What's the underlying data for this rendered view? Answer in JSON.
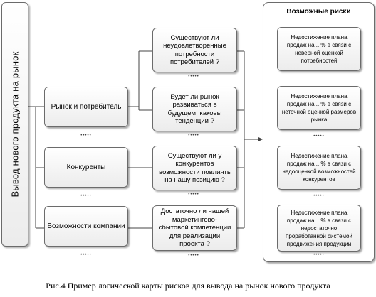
{
  "left_bar": {
    "label": "Вывод нового продукта на рынок"
  },
  "factors": [
    {
      "label": "Рынок и потребитель"
    },
    {
      "label": "Конкуренты"
    },
    {
      "label": "Возможности компании"
    }
  ],
  "questions": [
    {
      "label": "Существуют ли неудовлетворенные потребности потребителей ?"
    },
    {
      "label": "Будет ли рынок развиваться в будущем, каковы тенденции ?"
    },
    {
      "label": "Существуют ли у конкурентов возможности повлиять на нашу позицию ?"
    },
    {
      "label": "Достаточно ли нашей маркетингово-сбытовой компетенции для реализации проекта ?"
    }
  ],
  "risks_panel": {
    "title": "Возможные риски",
    "items": [
      {
        "label": "Недостижение плана продаж на ...% в связи с неверной оценкой потребностей"
      },
      {
        "label": "Недостижение плана продаж на ...% в связи с неточной оценкой размеров рынка"
      },
      {
        "label": "Недостижение плана продаж на ...% в связи с недооценкой возможностей конкурентов"
      },
      {
        "label": "Недостижение плана продаж на ...% в связи с недостаточно проработанной системой продвижения продукции"
      }
    ]
  },
  "continuation_marks": "•••••",
  "caption": "Рис.4 Пример логической карты рисков для вывода на рынок нового продукта"
}
